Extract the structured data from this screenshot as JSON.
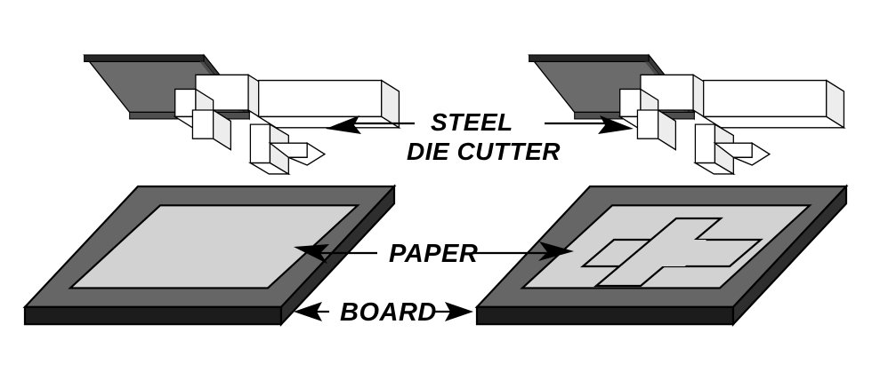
{
  "diagram": {
    "title": "Steel die cutter / paper / board assembly",
    "labels": {
      "steel": "STEEL",
      "die_cutter": "DIE CUTTER",
      "paper": "PAPER",
      "board": "BOARD"
    },
    "colors": {
      "background": "#ffffff",
      "board_top": "#666666",
      "board_edge_front": "#1c1c1c",
      "board_edge_side": "#2e2e2e",
      "paper_face": "#d2d2d2",
      "die_plate_face": "#6b6b6b",
      "die_plate_top_band": "#262626",
      "die_plate_side": "#5a5a5a",
      "blade_face": "#ffffff",
      "blade_shade": "#ededed",
      "outline": "#000000"
    },
    "parts": [
      {
        "name": "steel-die-cutter-left",
        "label": "STEEL DIE CUTTER",
        "side": "left",
        "state": "before-cut"
      },
      {
        "name": "steel-die-cutter-right",
        "label": "STEEL DIE CUTTER",
        "side": "right",
        "state": "after-cut"
      },
      {
        "name": "board-left",
        "label": "BOARD",
        "side": "left",
        "paper_cut": false
      },
      {
        "name": "board-right",
        "label": "BOARD",
        "side": "right",
        "paper_cut": true
      },
      {
        "name": "paper-left",
        "label": "PAPER",
        "side": "left",
        "cut_pattern": "none"
      },
      {
        "name": "paper-right",
        "label": "PAPER",
        "side": "right",
        "cut_pattern": "cross"
      }
    ],
    "annotations": [
      {
        "name": "steel-die-cutter-leader-left",
        "target": "steel-die-cutter-left",
        "direction": "left"
      },
      {
        "name": "steel-die-cutter-leader-right",
        "target": "steel-die-cutter-right",
        "direction": "right"
      },
      {
        "name": "paper-leader-left",
        "target": "paper-left",
        "direction": "left"
      },
      {
        "name": "paper-leader-right",
        "target": "paper-right",
        "direction": "right"
      },
      {
        "name": "board-leader-left",
        "target": "board-left",
        "direction": "left"
      },
      {
        "name": "board-leader-right",
        "target": "board-right",
        "direction": "right"
      }
    ]
  }
}
